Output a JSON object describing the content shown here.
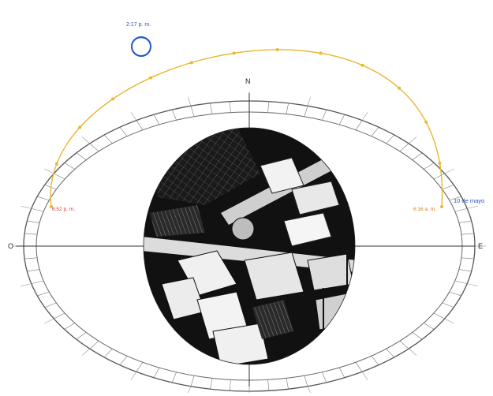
{
  "compass": {
    "north": "N",
    "east": "E",
    "west": "O"
  },
  "sun_path": {
    "current_time": "2:17 p. m.",
    "sunset_time": "6:52 p. m.",
    "sunrise_time": "6:16 a. m.",
    "date": "10 de mayo"
  },
  "colors": {
    "sun_path": "#e8b830",
    "sun_marker": "#2255cc",
    "sunset_label": "#e0303a",
    "sunrise_label": "#e07a10",
    "date_label": "#2a55b8",
    "time_label": "#2a55b8",
    "ring": "#555555",
    "axis": "#333333",
    "model_background": "#111111"
  },
  "icons": {
    "sun": "sun-marker-icon",
    "model": "city-model-image"
  }
}
